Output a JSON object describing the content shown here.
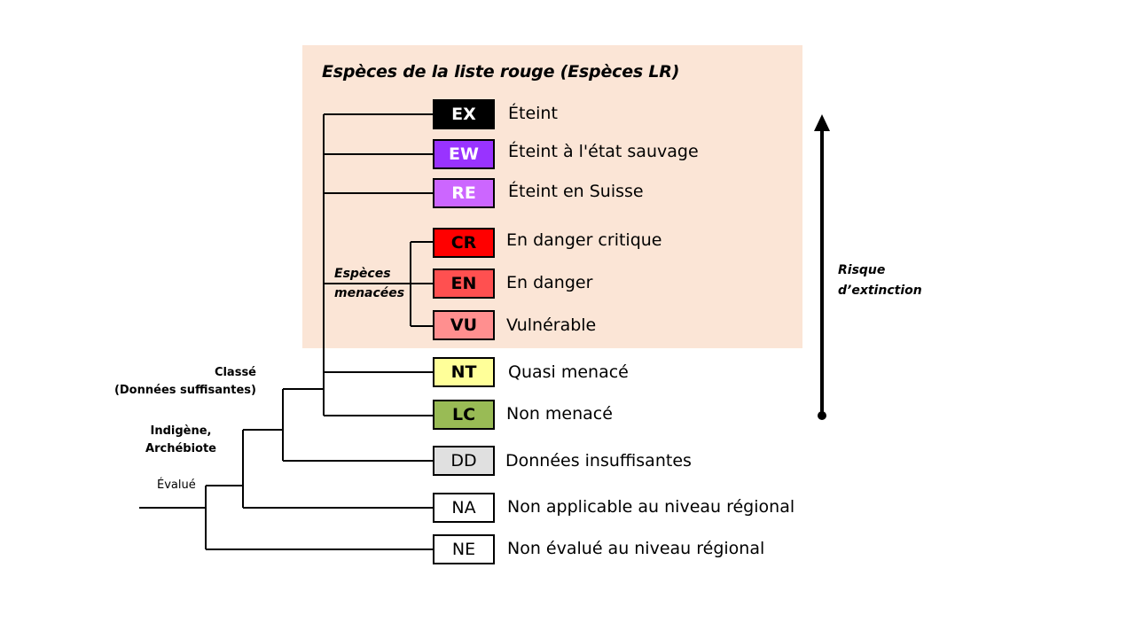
{
  "title": "Espèces de la liste rouge (Espèces LR)",
  "categories": [
    {
      "code": "EX",
      "label": "Éteint",
      "fill": "#000000",
      "text_color": "#ffffff",
      "bold": true
    },
    {
      "code": "EW",
      "label": "Éteint à l'état sauvage",
      "fill": "#9933ff",
      "text_color": "#ffffff",
      "bold": true
    },
    {
      "code": "RE",
      "label": "Éteint en Suisse",
      "fill": "#cc66ff",
      "text_color": "#ffffff",
      "bold": true
    },
    {
      "code": "CR",
      "label": "En danger critique",
      "fill": "#ff0000",
      "text_color": "#000000",
      "bold": true
    },
    {
      "code": "EN",
      "label": "En danger",
      "fill": "#ff5050",
      "text_color": "#000000",
      "bold": true
    },
    {
      "code": "VU",
      "label": "Vulnérable",
      "fill": "#ff8f8f",
      "text_color": "#000000",
      "bold": true
    },
    {
      "code": "NT",
      "label": "Quasi menacé",
      "fill": "#ffff99",
      "text_color": "#000000",
      "bold": true
    },
    {
      "code": "LC",
      "label": "Non menacé",
      "fill": "#99bb55",
      "text_color": "#000000",
      "bold": true
    },
    {
      "code": "DD",
      "label": "Données insuffisantes",
      "fill": "#e0e0e0",
      "text_color": "#000000",
      "bold": false
    },
    {
      "code": "NA",
      "label": "Non applicable au niveau régional",
      "fill": "#ffffff",
      "text_color": "#000000",
      "bold": false
    },
    {
      "code": "NE",
      "label": "Non évalué au niveau régional",
      "fill": "#ffffff",
      "text_color": "#000000",
      "bold": false
    }
  ],
  "groups": {
    "threatened_line1": "Espèces",
    "threatened_line2": "menacées",
    "classified_line1": "Classé",
    "classified_line2": "(Données suffisantes)",
    "native_line1": "Indigène,",
    "native_line2": "Archébiote",
    "evaluated": "Évalué"
  },
  "risk_axis": {
    "line1": "Risque",
    "line2": "d’extinction",
    "direction": "up"
  },
  "colors": {
    "panel_background": "#fbe5d6"
  }
}
